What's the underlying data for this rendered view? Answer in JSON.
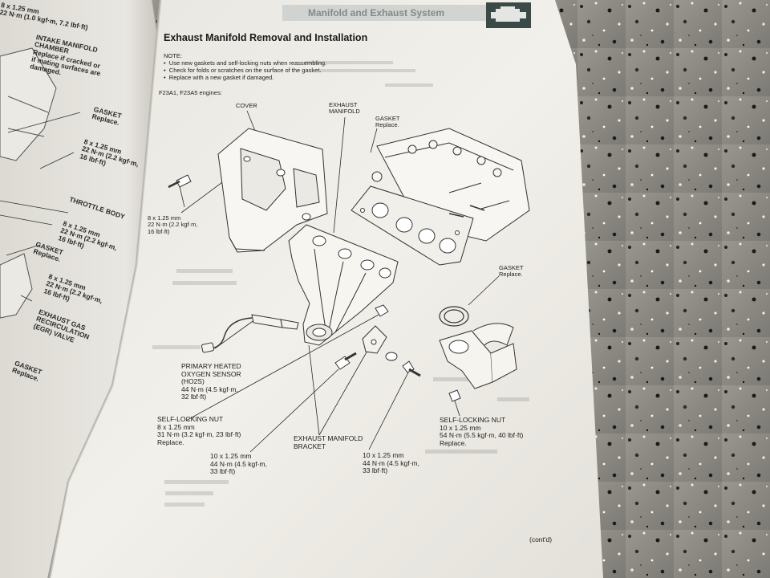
{
  "header": {
    "section_title": "Manifold and Exhaust System",
    "page_title": "Exhaust Manifold Removal and Installation"
  },
  "note": {
    "heading": "NOTE:",
    "items": [
      "•  Use new gaskets and self-locking nuts when reassembling.",
      "•  Check for folds or scratches on the surface of the gasket.",
      "•  Replace with a new gasket if damaged."
    ]
  },
  "engines": "F23A1, F23A5 engines:",
  "labels": {
    "cover": "COVER",
    "exhaust_manifold": "EXHAUST\nMANIFOLD",
    "gasket_top": "GASKET\nReplace.",
    "gasket_right": "GASKET\nReplace.",
    "cover_bolt": "8 x 1.25 mm\n22 N·m (2.2 kgf·m,\n16 lbf·ft)",
    "ho2s": "PRIMARY HEATED\nOXYGEN SENSOR\n(HO2S)\n44 N·m (4.5 kgf·m,\n32 lbf·ft)",
    "nut_left": "SELF-LOCKING NUT\n8 x 1.25 mm\n31 N·m (3.2 kgf·m, 23 lbf·ft)\nReplace.",
    "bolt_mid": "10 x 1.25 mm\n44 N·m (4.5 kgf·m,\n33 lbf·ft)",
    "bracket": "EXHAUST MANIFOLD\nBRACKET",
    "bolt_right": "10 x 1.25 mm\n44 N·m (4.5 kgf·m,\n33 lbf·ft)",
    "nut_right": "SELF-LOCKING NUT\n10 x 1.25 mm\n54 N·m (5.5 kgf·m, 40 lbf·ft)\nReplace.",
    "contd": "(cont'd)"
  },
  "left_page": {
    "torque_top": "8 x 1.25 mm\n22 N·m (1.0 kgf·m, 7.2 lbf·ft)",
    "intake_chamber": "INTAKE MANIFOLD\nCHAMBER\nReplace if cracked or\nif mating surfaces are\ndamaged.",
    "gasket_1": "GASKET\nReplace.",
    "torque_1": "8 x 1.25 mm\n22 N·m (2.2 kgf·m,\n16 lbf·ft)",
    "throttle": "THROTTLE BODY",
    "torque_2": "8 x 1.25 mm\n22 N·m (2.2 kgf·m,\n16 lbf·ft)",
    "gasket_2": "GASKET\nReplace.",
    "torque_3": "8 x 1.25 mm\n22 N·m (2.2 kgf·m,\n16 lbf·ft)",
    "egr": "EXHAUST GAS\nRECIRCULATION\n(EGR) VALVE",
    "gasket_3": "GASKET\nReplace."
  },
  "colors": {
    "floor": "#8d8a83",
    "paper": "#eeece6",
    "ink": "#1d1d1d",
    "header_bar": "#3b4a46"
  },
  "icons": [
    "engine-icon"
  ]
}
